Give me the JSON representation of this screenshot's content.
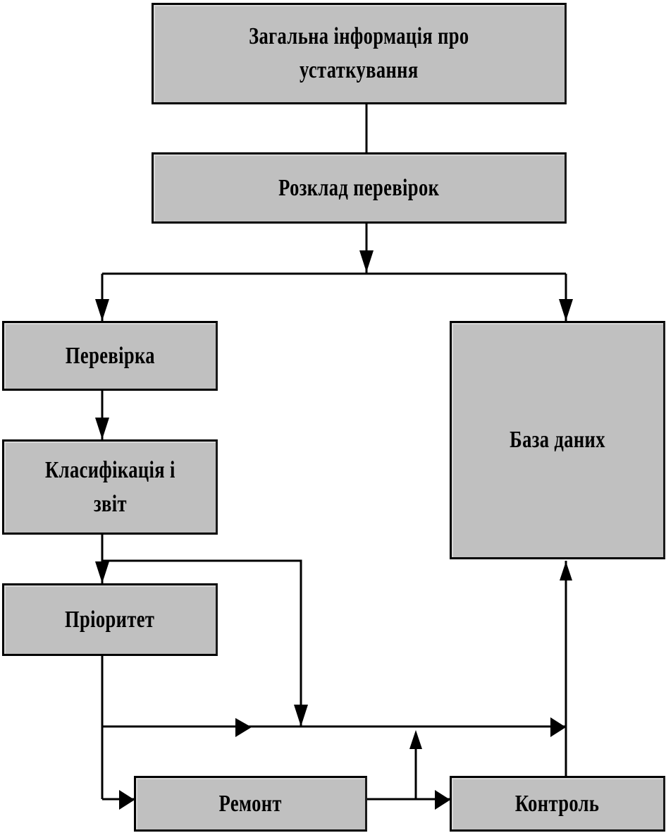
{
  "diagram": {
    "title": "Inspection workflow",
    "colors": {
      "box_fill": "#c0c0c0",
      "stroke": "#000000",
      "background": "#ffffff"
    },
    "nodes": [
      {
        "id": "general-info",
        "label": "Загальна інформація про\nустаткування"
      },
      {
        "id": "schedule",
        "label": "Розклад перевірок"
      },
      {
        "id": "inspection",
        "label": "Перевірка"
      },
      {
        "id": "classification",
        "label": "Класифікація і\nзвіт"
      },
      {
        "id": "priority",
        "label": "Пріоритет"
      },
      {
        "id": "repair",
        "label": "Ремонт"
      },
      {
        "id": "control",
        "label": "Контроль"
      },
      {
        "id": "database",
        "label": "База даних"
      }
    ],
    "edges": [
      {
        "from": "general-info",
        "to": "schedule"
      },
      {
        "from": "schedule",
        "to": "inspection"
      },
      {
        "from": "schedule",
        "to": "database"
      },
      {
        "from": "inspection",
        "to": "classification"
      },
      {
        "from": "classification",
        "to": "priority"
      },
      {
        "from": "classification",
        "to": "control"
      },
      {
        "from": "priority",
        "to": "control"
      },
      {
        "from": "priority",
        "to": "repair"
      },
      {
        "from": "repair",
        "to": "control"
      },
      {
        "from": "repair",
        "to": "control-bus"
      },
      {
        "from": "control",
        "to": "database"
      }
    ]
  }
}
